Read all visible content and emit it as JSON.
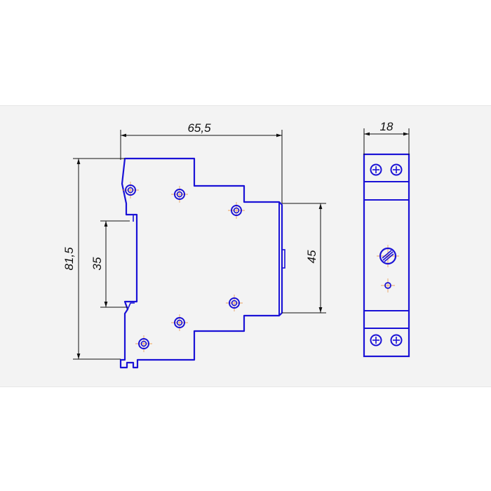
{
  "dimensions": {
    "overall_width": "65,5",
    "overall_height": "81,5",
    "rail_width": "35",
    "front_height": "45",
    "module_width": "18"
  },
  "colors": {
    "outline": "#1a12d6",
    "dimension_line": "#111111",
    "panel_background": "#f3f3f3",
    "center_mark": "#e8a060"
  }
}
